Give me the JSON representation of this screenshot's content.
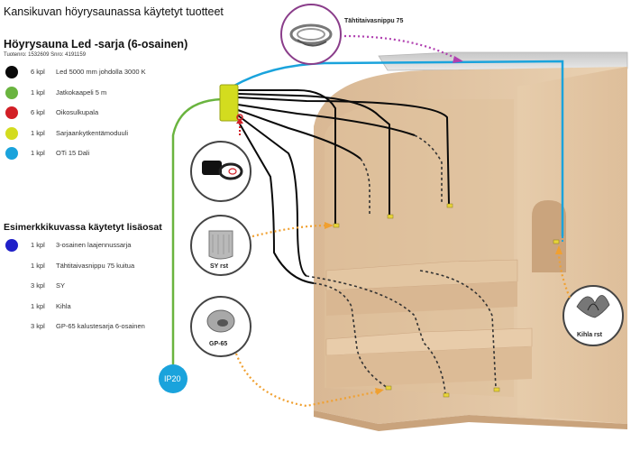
{
  "title": "Kansikuvan höyrysaunassa käytetyt tuotteet",
  "set": {
    "title": "Höyrysauna Led -sarja (6-osainen)",
    "codes": "Tuotenro: 1532609     Snro: 4191159"
  },
  "items": [
    {
      "qty": "6 kpl",
      "text": "Led 5000 mm johdolla 3000 K",
      "color": "#0a0a0a"
    },
    {
      "qty": "1 kpl",
      "text": "Jatkokaapeli 5 m",
      "color": "#6ab43f"
    },
    {
      "qty": "6 kpl",
      "text": "Oikosulkupala",
      "color": "#d21f26"
    },
    {
      "qty": "1 kpl",
      "text": "Sarjaankytkentämoduuli",
      "color": "#d3dc1f"
    },
    {
      "qty": "1 kpl",
      "text": "OTi 15 Dali",
      "color": "#1aa3dc"
    }
  ],
  "extras": {
    "title": "Esimerkkikuvassa käytetyt lisäosat",
    "items": [
      {
        "qty": "1 kpl",
        "text": "3-osainen laajennussarja",
        "color": "#2020c8"
      },
      {
        "qty": "1 kpl",
        "text": "Tähtitaivasnippu 75 kuitua"
      },
      {
        "qty": "3 kpl",
        "text": "SY"
      },
      {
        "qty": "1 kpl",
        "text": "Kihla"
      },
      {
        "qty": "3 kpl",
        "text": "GP-65 kalustesarja 6-osainen"
      }
    ]
  },
  "labels": {
    "star_bundle": "Tähtitaivasnippu 75",
    "sy": "SY rst",
    "gp65": "GP-65",
    "kihla": "Kihla rst",
    "ip20": "IP20"
  }
}
